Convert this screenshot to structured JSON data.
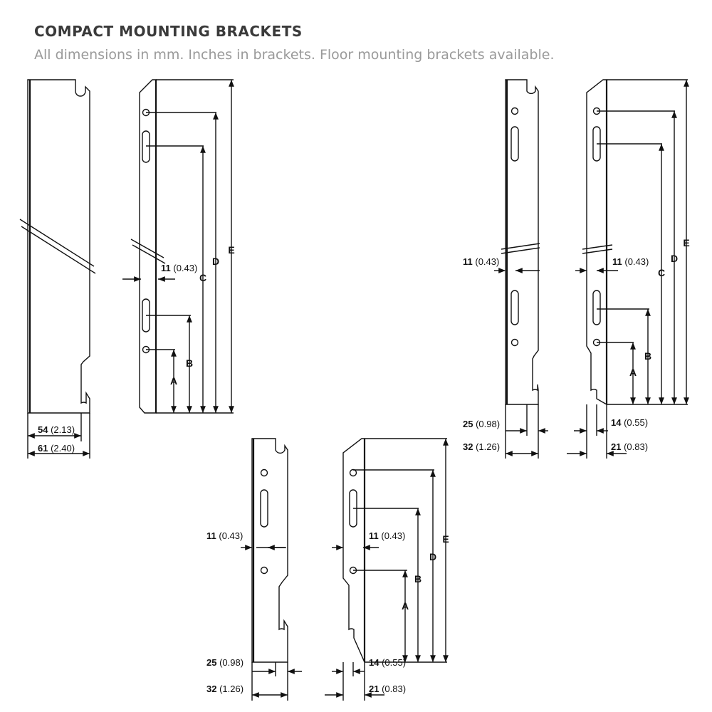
{
  "header": {
    "title": "COMPACT MOUNTING BRACKETS",
    "subtitle": "All dimensions in mm. Inches in brackets. Floor mounting brackets available."
  },
  "labels": {
    "A": "A",
    "B": "B",
    "C": "C",
    "D": "D",
    "E": "E"
  },
  "dims": {
    "d54": {
      "mm": "54",
      "in": "(2.13)"
    },
    "d61": {
      "mm": "61",
      "in": "(2.40)"
    },
    "d11": {
      "mm": "11",
      "in": "(0.43)"
    },
    "d25": {
      "mm": "25",
      "in": "(0.98)"
    },
    "d32": {
      "mm": "32",
      "in": "(1.26)"
    },
    "d14": {
      "mm": "14",
      "in": "(0.55)"
    },
    "d21": {
      "mm": "21",
      "in": "(0.83)"
    }
  }
}
